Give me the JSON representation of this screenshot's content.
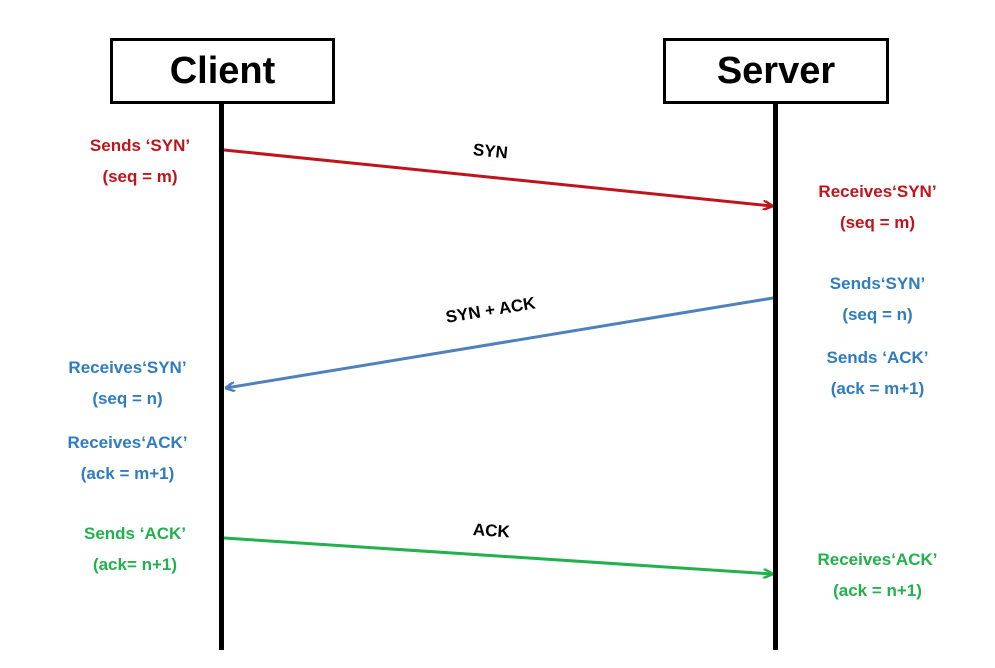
{
  "participants": {
    "client": "Client",
    "server": "Server"
  },
  "messages": {
    "syn": "SYN",
    "synack": "SYN + ACK",
    "ack": "ACK"
  },
  "client_notes": {
    "sends_syn": [
      "Sends ‘SYN’",
      "(seq = m)"
    ],
    "receives_syn": [
      "Receives‘SYN’",
      "(seq = n)"
    ],
    "receives_ack": [
      "Receives‘ACK’",
      "(ack = m+1)"
    ],
    "sends_ack": [
      "Sends ‘ACK’",
      "(ack= n+1)"
    ]
  },
  "server_notes": {
    "receives_syn": [
      "Receives‘SYN’",
      "(seq = m)"
    ],
    "sends_syn": [
      "Sends‘SYN’",
      "(seq = n)"
    ],
    "sends_ack": [
      "Sends ‘ACK’",
      "(ack = m+1)"
    ],
    "receives_ack": [
      "Receives‘ACK’",
      "(ack = n+1)"
    ]
  },
  "colors": {
    "step1": "#c0141c",
    "step2": "#2f7cc0",
    "step3": "#22b14c",
    "lifeline": "#000000"
  }
}
